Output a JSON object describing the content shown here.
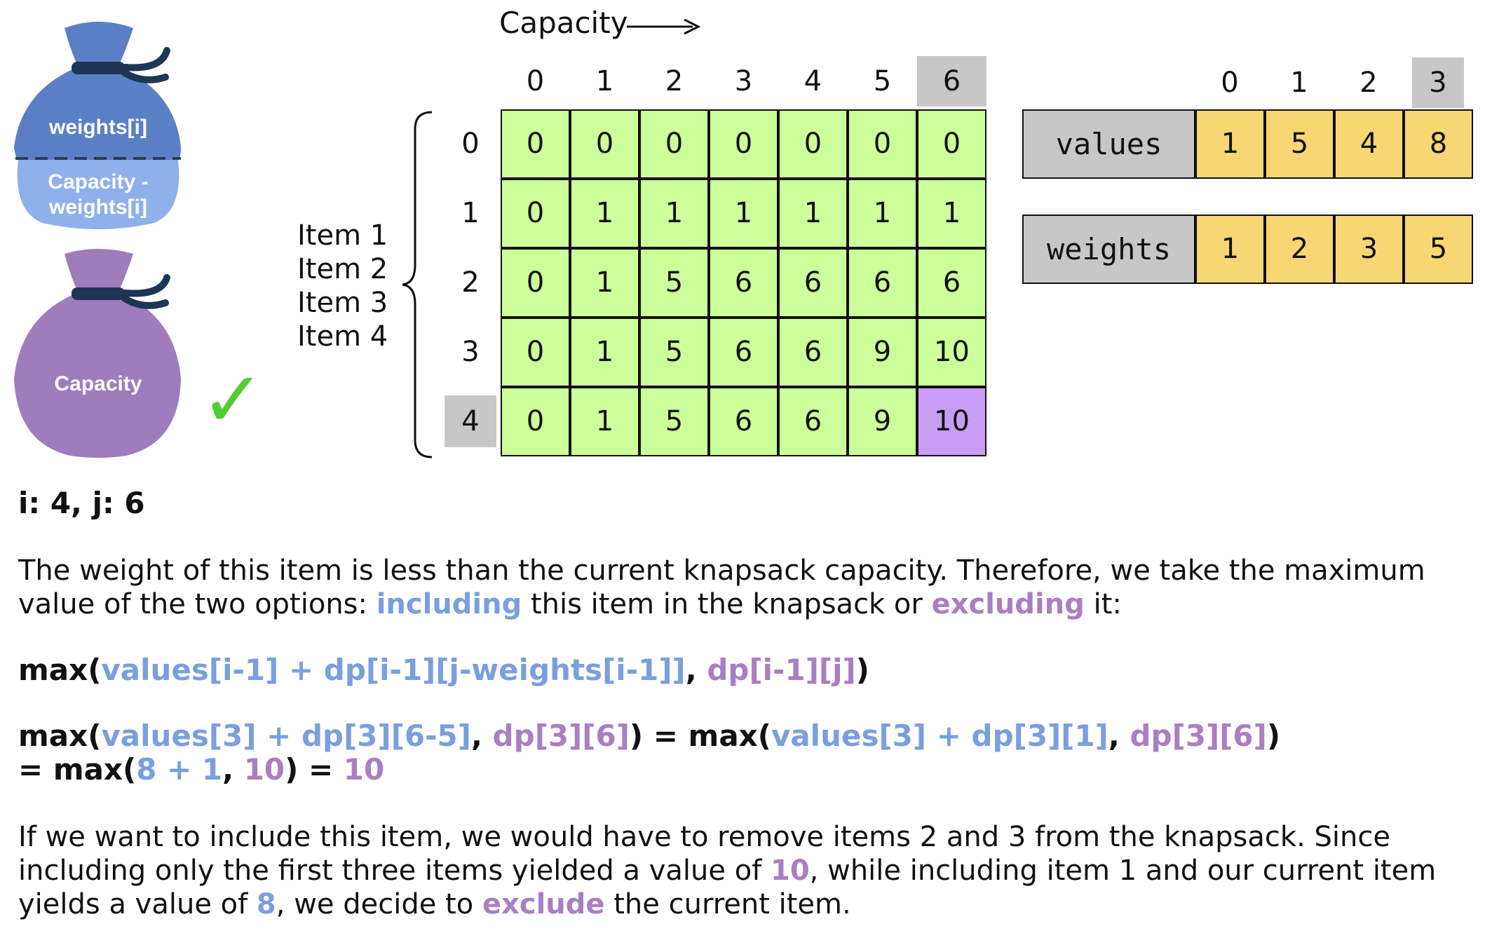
{
  "colors": {
    "cell": "#ccff99",
    "cell_highlight": "#c99cf6",
    "header_highlight": "#c7c7c7",
    "array_cell": "#f7d774",
    "including": "#7a9fde",
    "excluding": "#a97fc3",
    "bag_top": "#5b7fc6",
    "bag_bottom": "#8fb0ea",
    "bag_capacity": "#9f7cbb",
    "check": "#55cc33"
  },
  "bags": {
    "top_upper": "weights[i]",
    "top_lower_1": "Capacity -",
    "top_lower_2": "weights[i]",
    "bottom": "Capacity",
    "check": "✓"
  },
  "capacity_label": "Capacity",
  "col_headers": [
    "0",
    "1",
    "2",
    "3",
    "4",
    "5",
    "6"
  ],
  "row_headers": [
    "0",
    "1",
    "2",
    "3",
    "4"
  ],
  "items_labels": [
    "Item 1",
    "Item 2",
    "Item 3",
    "Item 4"
  ],
  "dp": [
    [
      "0",
      "0",
      "0",
      "0",
      "0",
      "0",
      "0"
    ],
    [
      "0",
      "1",
      "1",
      "1",
      "1",
      "1",
      "1"
    ],
    [
      "0",
      "1",
      "5",
      "6",
      "6",
      "6",
      "6"
    ],
    [
      "0",
      "1",
      "5",
      "6",
      "6",
      "9",
      "10"
    ],
    [
      "0",
      "1",
      "5",
      "6",
      "6",
      "9",
      "10"
    ]
  ],
  "arrays": {
    "index_headers": [
      "0",
      "1",
      "2",
      "3"
    ],
    "values_label": "values",
    "values": [
      "1",
      "5",
      "4",
      "8"
    ],
    "weights_label": "weights",
    "weights": [
      "1",
      "2",
      "3",
      "5"
    ]
  },
  "text": {
    "state": "i: 4, j: 6",
    "p1_line1": "The weight of this item is less than the current knapsack capacity. Therefore, we take the maximum",
    "p1_line2_a": "value of the two options: ",
    "p1_line2_inc": "including",
    "p1_line2_b": " this item in the knapsack or ",
    "p1_line2_exc": "excluding",
    "p1_line2_c": " it:",
    "f1_max": "max(",
    "f1_inc": "values[i-1] + dp[i-1][j-weights[i-1]]",
    "f1_comma": ", ",
    "f1_exc": "dp[i-1][j]",
    "f1_close": ")",
    "f2_max": "max(",
    "f2_inc": "values[3] + dp[3][6-5]",
    "f2_comma": ", ",
    "f2_exc": "dp[3][6]",
    "f2_mid": ") = max(",
    "f2_inc2": "values[3] + dp[3][1]",
    "f2_comma2": ", ",
    "f2_exc2": "dp[3][6]",
    "f2_close": ")",
    "f3_a": "= max(",
    "f3_inc": "8 + 1",
    "f3_comma": ", ",
    "f3_exc": "10",
    "f3_b": ") = ",
    "f3_res": "10",
    "p2_line1": "If we want to include this item, we would have to remove items 2 and 3 from the knapsack. Since",
    "p2_line2_a": "including only the first three items yielded a value of ",
    "p2_line2_v": "10",
    "p2_line2_b": ", while including item 1 and our current item",
    "p2_line3_a": "yields a value of ",
    "p2_line3_v": "8",
    "p2_line3_b": ", we decide to ",
    "p2_line3_exc": "exclude",
    "p2_line3_c": " the current item."
  }
}
